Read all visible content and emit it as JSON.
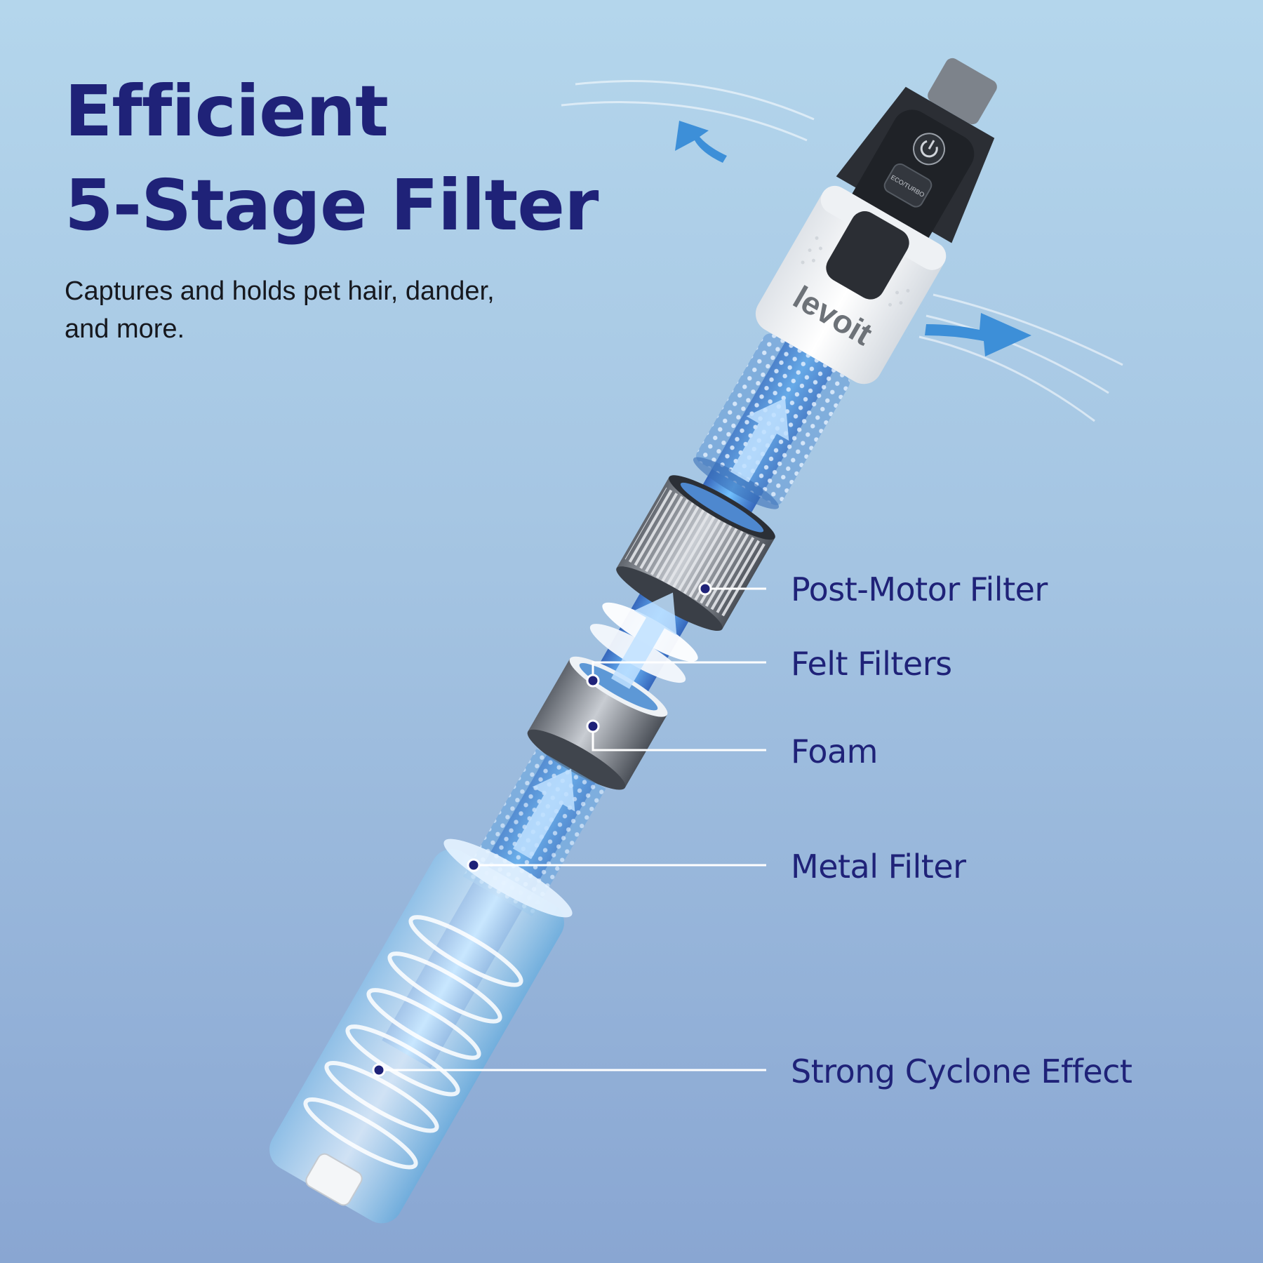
{
  "headline": {
    "line1": "Efficient",
    "line2": "5-Stage Filter"
  },
  "subtext": "Captures and holds pet hair, dander, and more.",
  "brand": "levoit",
  "mode_button_label": "ECO/TURBO",
  "callouts": [
    {
      "label": "Post-Motor Filter"
    },
    {
      "label": "Felt Filters"
    },
    {
      "label": "Foam"
    },
    {
      "label": "Metal Filter"
    },
    {
      "label": "Strong Cyclone Effect"
    }
  ],
  "colors": {
    "headline": "#1f2278",
    "body_text": "#16181e",
    "leader_dot": "#1f2278",
    "leader_line": "#ffffff",
    "airflow_arrow": "#4aa3dc"
  },
  "icons": [
    "power-icon",
    "airflow-arrow-icon"
  ]
}
